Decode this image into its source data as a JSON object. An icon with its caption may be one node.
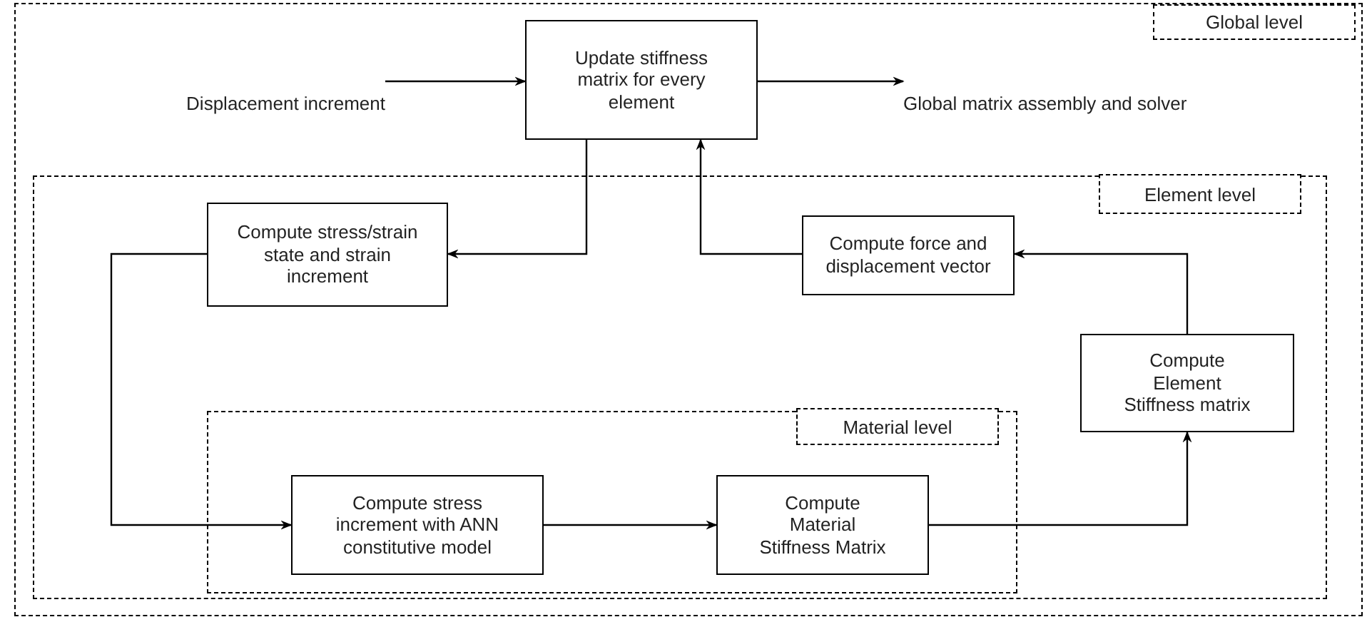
{
  "diagram": {
    "nodes": [
      {
        "text": [
          "Global level"
        ]
      },
      {
        "text": [
          "Displacement increment"
        ],
        "in": 0
      },
      {
        "text": [
          "Update stiffness matrix for every element"
        ],
        "in": 0
      },
      {
        "text": [
          "Global matrix assembly and solver"
        ],
        "in": 0
      },
      {
        "text": [
          "Element level"
        ],
        "in": 0
      },
      {
        "text": [
          "Compute stress/strain state and strain increment"
        ],
        "in": 4
      },
      {
        "text": [
          "Compute force and displacement vector"
        ],
        "in": 4
      },
      {
        "text": [
          "Compute Element Stiffness matrix"
        ],
        "in": 4
      },
      {
        "text": [
          "Material level"
        ],
        "in": 4
      },
      {
        "text": [
          "Compute stress increment with ANN constitutive model"
        ],
        "in": 8
      },
      {
        "text": [
          "Compute Material Stiffness Matrix"
        ],
        "in": 8
      }
    ],
    "edges": [
      {
        "from": 1,
        "to": 2,
        "arrow": "to"
      },
      {
        "from": 2,
        "to": 3,
        "arrow": "to"
      },
      {
        "from": 2,
        "to": 5,
        "arrow": "to"
      },
      {
        "from": 6,
        "to": 2,
        "arrow": "to"
      },
      {
        "from": 7,
        "to": 6,
        "arrow": "to"
      },
      {
        "from": 5,
        "to": 9,
        "arrow": "to"
      },
      {
        "from": 9,
        "to": 10,
        "arrow": "to"
      },
      {
        "from": 10,
        "to": 7,
        "arrow": "to"
      }
    ]
  }
}
